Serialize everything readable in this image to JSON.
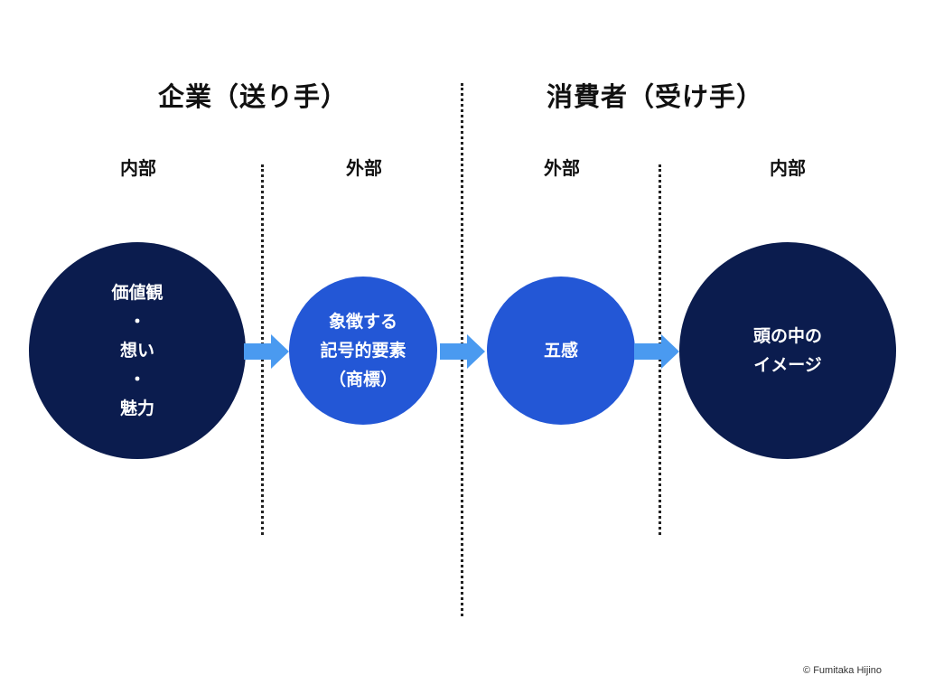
{
  "headings": {
    "company": "企業（送り手）",
    "consumer": "消費者（受け手）"
  },
  "subheadings": {
    "company_internal": "内部",
    "company_external": "外部",
    "consumer_external": "外部",
    "consumer_internal": "内部"
  },
  "nodes": {
    "values": {
      "lines": [
        "価値観",
        "・",
        "想い",
        "・",
        "魅力"
      ]
    },
    "symbol": {
      "lines": [
        "象徴する",
        "記号的要素",
        "（商標）"
      ]
    },
    "senses": {
      "lines": [
        "五感"
      ]
    },
    "image": {
      "lines": [
        "頭の中の",
        "イメージ"
      ]
    }
  },
  "colors": {
    "dark_navy": "#0b1c4e",
    "bright_blue": "#2357d6",
    "arrow_blue": "#4a9af0"
  },
  "copyright": "© Fumitaka Hijino"
}
